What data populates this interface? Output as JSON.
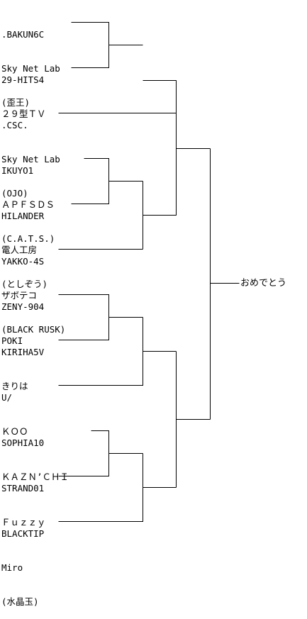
{
  "entries": [
    {
      "lines": [
        ".BAKUN6C",
        "Sky Net Lab",
        "(歪王)"
      ]
    },
    {
      "lines": [
        "29-HITS4",
        "２９型ＴＶ"
      ]
    },
    {
      "lines": [
        ".CSC.",
        "Sky Net Lab",
        "(OJO)"
      ]
    },
    {
      "lines": [
        "IKUYO1",
        "ＡＰＦＳＤＳ",
        "(C.A.T.S.)"
      ]
    },
    {
      "lines": [
        "HILANDER",
        "電人工房",
        "(としぞう)"
      ]
    },
    {
      "lines": [
        "YAKKO-4S",
        "ザボテコ",
        "(BLACK RUSK)"
      ]
    },
    {
      "lines": [
        "ZENY-904",
        "POKI"
      ]
    },
    {
      "lines": [
        "KIRIHA5V",
        "きりは"
      ]
    },
    {
      "lines": [
        "U/",
        "ＫＯＯ"
      ]
    },
    {
      "lines": [
        "SOPHIA10",
        "ＫＡＺＮ’ＣＨＩ"
      ]
    },
    {
      "lines": [
        "STRAND01",
        "Ｆｕｚｚｙ"
      ]
    },
    {
      "lines": [
        "BLACKTIP",
        "Miro",
        "(水晶玉)"
      ]
    }
  ],
  "winner": "おめでとう"
}
